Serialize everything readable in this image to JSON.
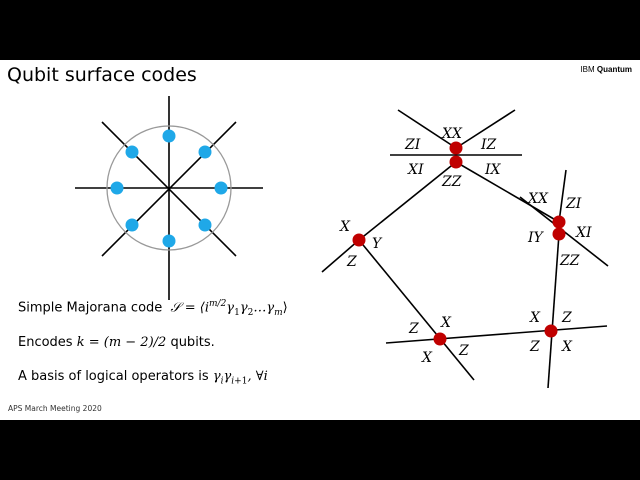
{
  "slide": {
    "title": "Qubit surface codes",
    "brand": {
      "part1": "IBM",
      "part2": "Quantum"
    },
    "footer": "APS March Meeting 2020"
  },
  "text": {
    "line1_prefix": "Simple Majorana code",
    "line1_math": "𝒮 = ⟨i",
    "line1_sup": "m/2",
    "line1_math2": "γ",
    "line1_tail": "…γ",
    "line2_prefix": "Encodes ",
    "line2_math": "k = (m − 2)/2",
    "line2_suffix": " qubits.",
    "line3_prefix": "A basis of logical operators is ",
    "line3_math": "γ",
    "line3_tail": ", ∀i"
  },
  "labels": {
    "top_XX": "XX",
    "top_ZI": "ZI",
    "top_IZ": "IZ",
    "top_XI": "XI",
    "top_ZZ": "ZZ",
    "top_IX": "IX",
    "right_XX": "XX",
    "right_ZI": "ZI",
    "right_IY": "IY",
    "right_XI": "XI",
    "right_ZZ": "ZZ",
    "left_X": "X",
    "left_Y": "Y",
    "left_Z": "Z",
    "bl_Z": "Z",
    "bl_X": "X",
    "bl_X2": "X",
    "bl_Z2": "Z",
    "br_X": "X",
    "br_Z": "Z",
    "br_Z2": "Z",
    "br_X2": "X"
  },
  "colors": {
    "majorana_dot": "#1fa8e8",
    "vertex_dot": "#c00000",
    "circle": "#999999"
  }
}
